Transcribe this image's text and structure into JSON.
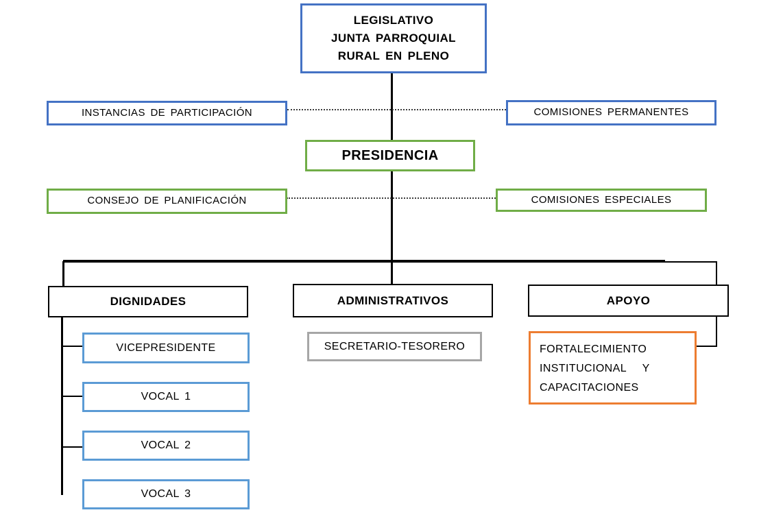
{
  "title": "Organigrama Junta Parroquial Rural",
  "colors": {
    "blue": "#4472C4",
    "light_blue": "#5B9BD5",
    "green": "#70AD47",
    "gray": "#A6A6A6",
    "orange": "#ED7D31",
    "black": "#000000"
  },
  "nodes": {
    "legislativo": {
      "line1": "LEGISLATIVO",
      "line2": "JUNTA PARROQUIAL",
      "line3": "RURAL EN PLENO"
    },
    "instancias_participacion": {
      "label": "INSTANCIAS DE PARTICIPACIÓN"
    },
    "comisiones_permanentes": {
      "label": "COMISIONES PERMANENTES"
    },
    "presidencia": {
      "label": "PRESIDENCIA"
    },
    "consejo_planificacion": {
      "label": "CONSEJO DE PLANIFICACIÓN"
    },
    "comisiones_especiales": {
      "label": "COMISIONES ESPECIALES"
    },
    "dignidades": {
      "label": "DIGNIDADES"
    },
    "administrativos": {
      "label": "ADMINISTRATIVOS"
    },
    "apoyo": {
      "label": "APOYO"
    },
    "vicepresidente": {
      "label": "VICEPRESIDENTE"
    },
    "vocal_1": {
      "label": "VOCAL 1"
    },
    "vocal_2": {
      "label": "VOCAL 2"
    },
    "vocal_3": {
      "label": "VOCAL 3"
    },
    "secretario_tesorero": {
      "label": "SECRETARIO-TESORERO"
    },
    "fortalecimiento": {
      "line1": "FORTALECIMIENTO",
      "line2": "INSTITUCIONAL   Y",
      "line3": "CAPACITACIONES"
    }
  },
  "hierarchy": {
    "root": "LEGISLATIVO JUNTA PARROQUIAL RURAL EN PLENO",
    "root_advisors": [
      "INSTANCIAS DE PARTICIPACIÓN",
      "COMISIONES PERMANENTES"
    ],
    "level2": "PRESIDENCIA",
    "level2_advisors": [
      "CONSEJO DE PLANIFICACIÓN",
      "COMISIONES ESPECIALES"
    ],
    "branches": {
      "DIGNIDADES": [
        "VICEPRESIDENTE",
        "VOCAL 1",
        "VOCAL 2",
        "VOCAL 3"
      ],
      "ADMINISTRATIVOS": [
        "SECRETARIO-TESORERO"
      ],
      "APOYO": [
        "FORTALECIMIENTO INSTITUCIONAL Y CAPACITACIONES"
      ]
    }
  }
}
